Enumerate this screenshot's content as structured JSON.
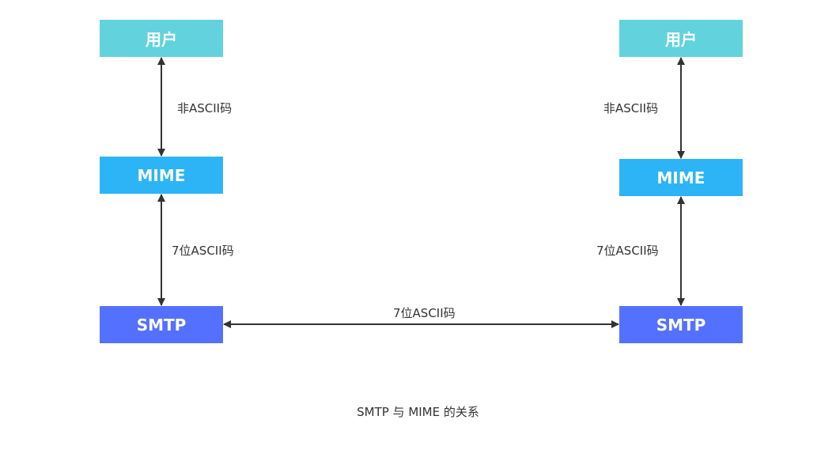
{
  "diagram": {
    "left": {
      "user_label": "用户",
      "mime_label": "MIME",
      "smtp_label": "SMTP",
      "user_mime_label": "非ASCII码",
      "mime_smtp_label": "7位ASCII码"
    },
    "right": {
      "user_label": "用户",
      "mime_label": "MIME",
      "smtp_label": "SMTP",
      "user_mime_label": "非ASCII码",
      "mime_smtp_label": "7位ASCII码"
    },
    "smtp_link_label": "7位ASCII码",
    "caption": "SMTP 与 MIME 的关系",
    "colors": {
      "user": "#62d3dc",
      "mime": "#2db4f7",
      "smtp": "#5470ff",
      "line": "#333333"
    }
  }
}
